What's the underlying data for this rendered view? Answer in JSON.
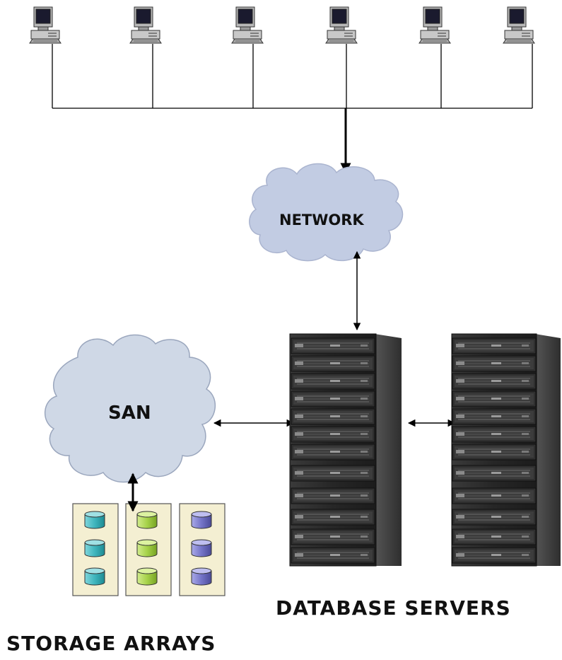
{
  "labels": {
    "network": "NETWORK",
    "san": "SAN",
    "database_servers": "DATABASE SERVERS",
    "storage_arrays": "STORAGE ARRAYS"
  },
  "colors": {
    "cloud_fill": "#c2cce3",
    "cloud_stroke": "#8a97b8",
    "san_cloud_fill": "#cfd8e6",
    "array_bg": "#f4efd2",
    "array_border": "#555555",
    "disk_teal": "#3fb5bd",
    "disk_green": "#a6d24a",
    "disk_purple": "#7474c8",
    "rack_body": "#2b2b2b",
    "rack_side": "#4a4a4a"
  },
  "icons": [
    "workstation-icon",
    "cloud-icon",
    "server-rack-icon",
    "disk-cylinder-icon"
  ]
}
